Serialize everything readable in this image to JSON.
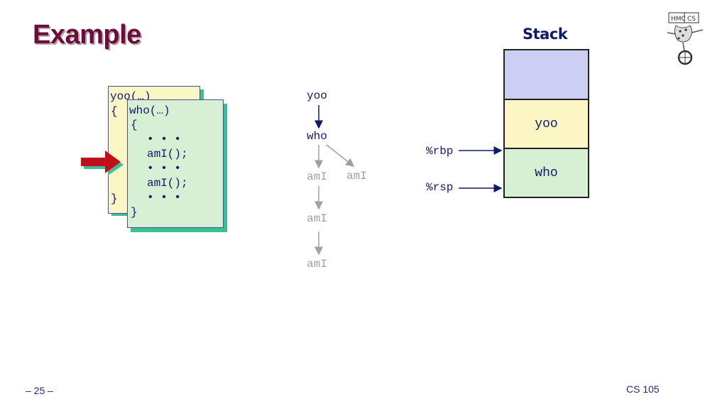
{
  "slide": {
    "title": "Example",
    "page_number": "– 25 –",
    "course": "CS 105"
  },
  "code": {
    "yoo_card": {
      "header": "yoo(…)",
      "open_brace": "{",
      "close_brace": "}"
    },
    "who_card": {
      "header": "who(…)",
      "open_brace": "{",
      "lines": [
        "• • •",
        "amI();",
        "• • •",
        "amI();",
        "• • •"
      ],
      "close_brace": "}"
    }
  },
  "call_graph": {
    "nodes": [
      "yoo",
      "who",
      "amI",
      "amI",
      "amI",
      "amI"
    ]
  },
  "stack": {
    "header": "Stack",
    "frames": [
      "",
      "yoo",
      "who"
    ],
    "registers": [
      "%rbp",
      "%rsp"
    ]
  },
  "colors": {
    "title": "#6b0f3a",
    "text": "#101a6b",
    "card_yellow": "#fbf6c4",
    "card_green": "#d7efd2",
    "stack_top": "#cccff3",
    "pointer_arrow": "#c0101a"
  },
  "icons": {
    "pointer": "current-line-arrow-icon",
    "logo": "hmc-cs-logo"
  }
}
